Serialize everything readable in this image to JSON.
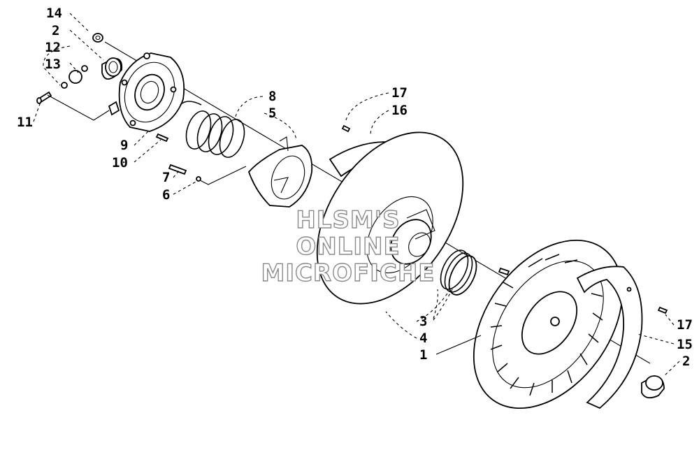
{
  "diagram": {
    "callouts": {
      "c14": "14",
      "c2a": "2",
      "c12": "12",
      "c13": "13",
      "c11": "11",
      "c9": "9",
      "c10": "10",
      "c7": "7",
      "c6": "6",
      "c8": "8",
      "c5": "5",
      "c17a": "17",
      "c16": "16",
      "c3": "3",
      "c4": "4",
      "c1": "1",
      "c17b": "17",
      "c15": "15",
      "c2b": "2"
    },
    "watermark": {
      "line1": "HLSM'S",
      "line2": "ONLINE",
      "line3": "MICROFICHE"
    }
  }
}
